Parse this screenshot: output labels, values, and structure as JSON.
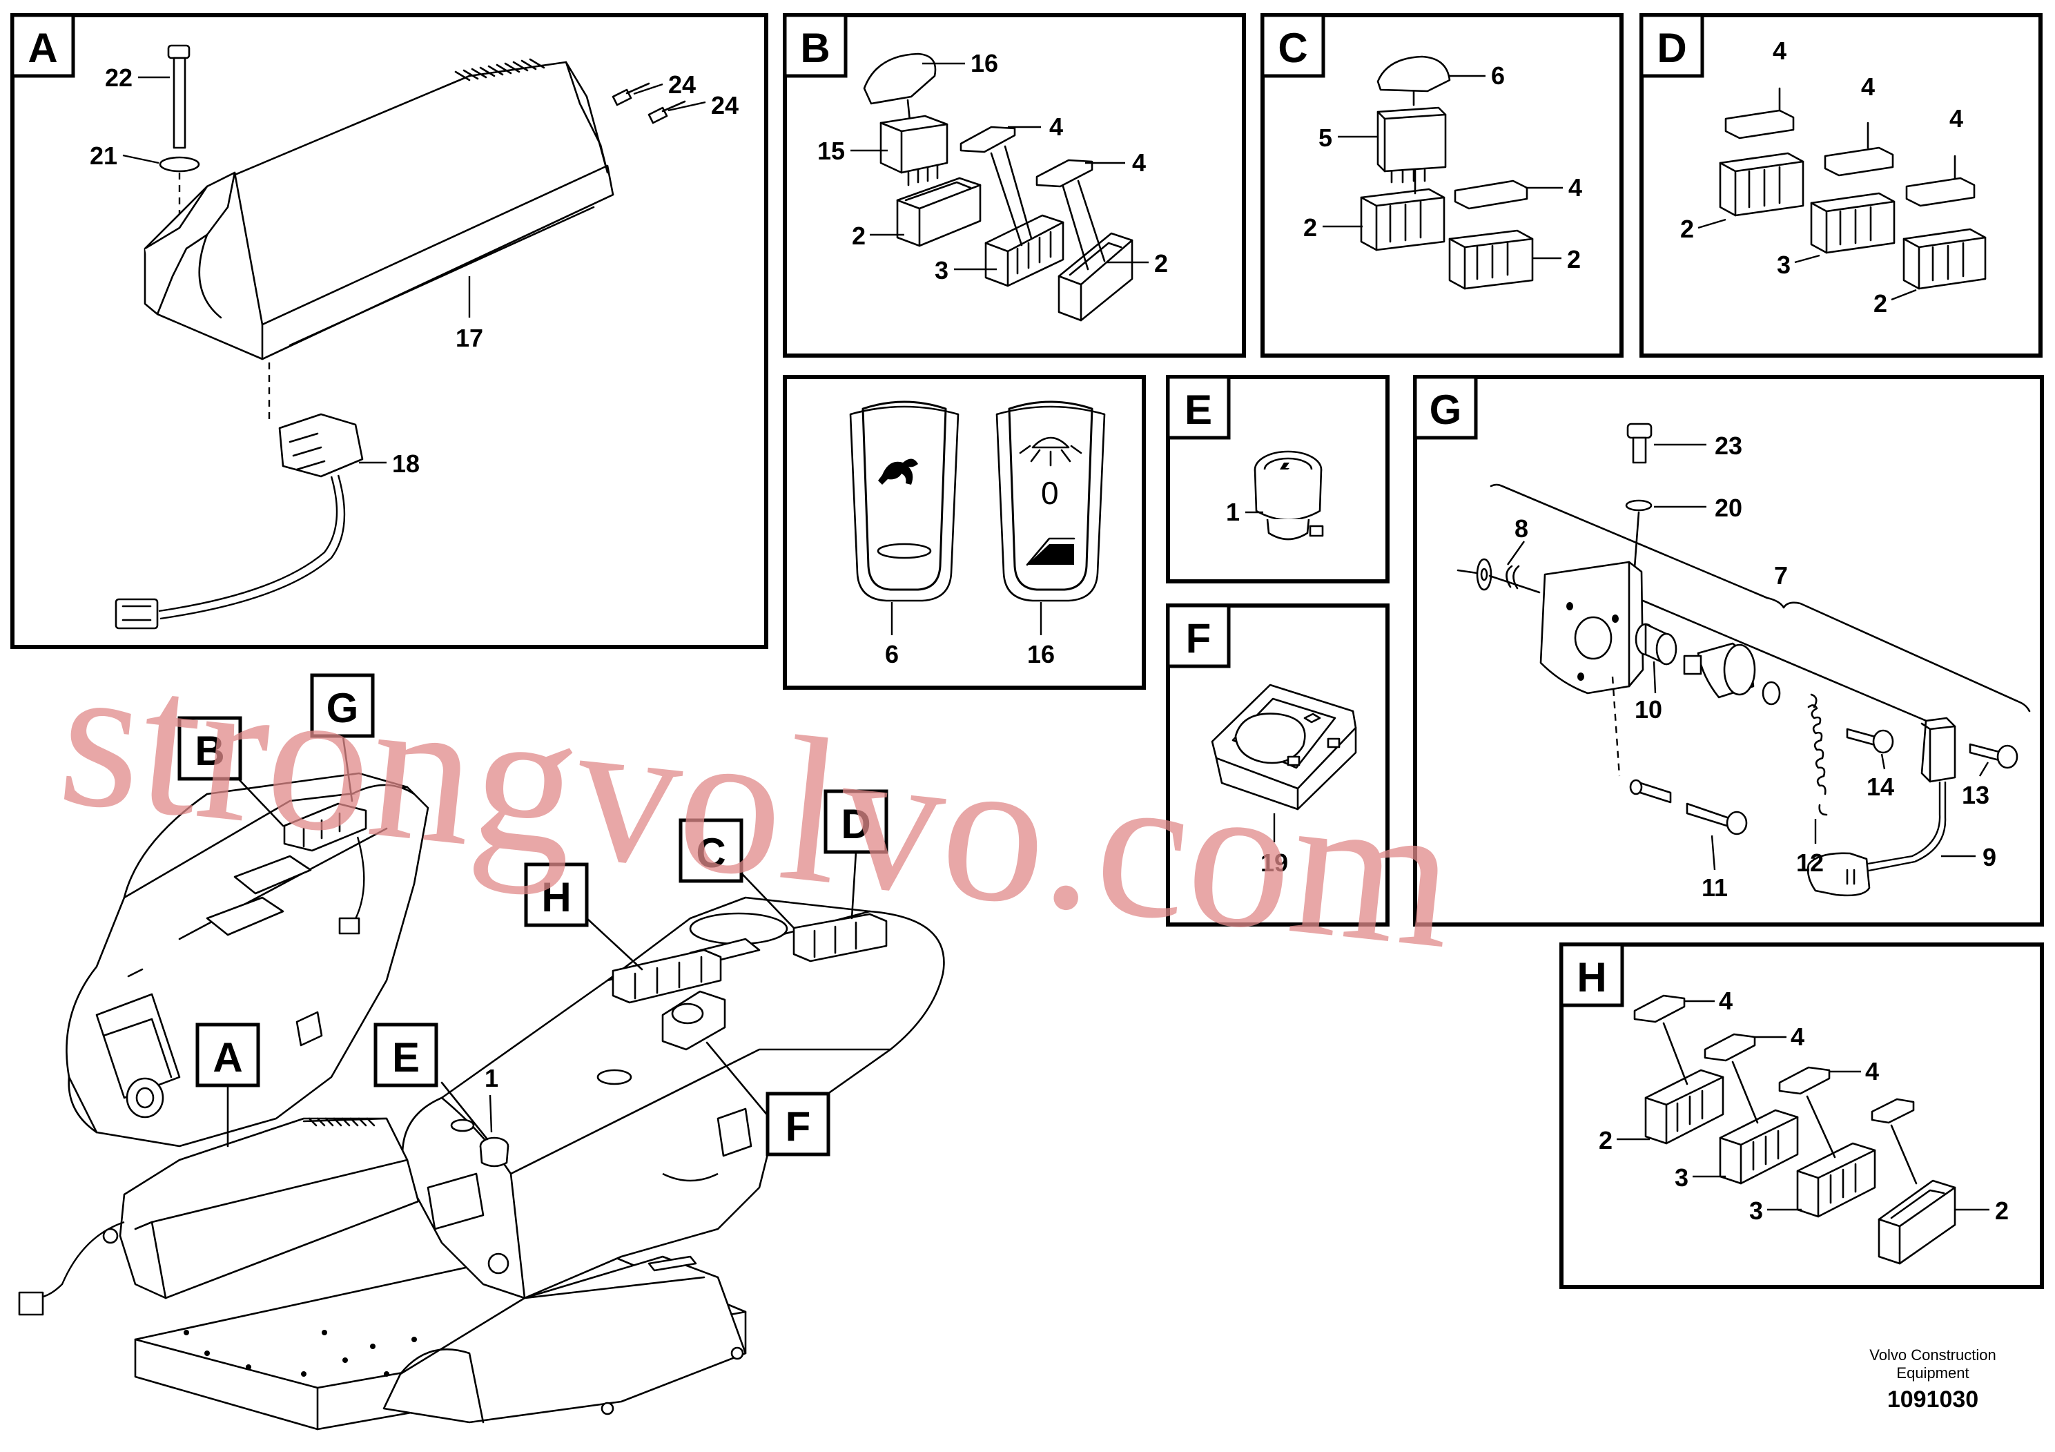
{
  "panels": {
    "A": {
      "letter": "A",
      "labels": {
        "l22": "22",
        "l21": "21",
        "l24a": "24",
        "l24b": "24",
        "l17": "17",
        "l18": "18"
      }
    },
    "B": {
      "letter": "B",
      "labels": {
        "l16": "16",
        "l15": "15",
        "l4a": "4",
        "l4b": "4",
        "l2a": "2",
        "l3": "3",
        "l2b": "2"
      }
    },
    "C": {
      "letter": "C",
      "labels": {
        "l6": "6",
        "l5": "5",
        "l4": "4",
        "l2a": "2",
        "l2b": "2"
      }
    },
    "D": {
      "letter": "D",
      "labels": {
        "l4a": "4",
        "l4b": "4",
        "l4c": "4",
        "l2a": "2",
        "l3": "3",
        "l2b": "2"
      }
    },
    "switches": {
      "labels": {
        "l6": "6",
        "l16": "16"
      },
      "symbol_digit": "0"
    },
    "E": {
      "letter": "E",
      "labels": {
        "l1": "1"
      }
    },
    "F": {
      "letter": "F",
      "labels": {
        "l19": "19"
      }
    },
    "G": {
      "letter": "G",
      "labels": {
        "l23": "23",
        "l20": "20",
        "l8": "8",
        "l7": "7",
        "l10": "10",
        "l14": "14",
        "l13": "13",
        "l12": "12",
        "l9": "9",
        "l11": "11"
      }
    },
    "H": {
      "letter": "H",
      "labels": {
        "l4a": "4",
        "l4b": "4",
        "l4c": "4",
        "l2a": "2",
        "l3a": "3",
        "l3b": "3",
        "l2b": "2"
      }
    }
  },
  "overview": {
    "callouts": {
      "B": "B",
      "G": "G",
      "H": "H",
      "C": "C",
      "D": "D",
      "A": "A",
      "E": "E",
      "F": "F"
    },
    "label_1": "1"
  },
  "watermark": "strongvolvo.com",
  "footer": {
    "line1": "Volvo Construction",
    "line2": "Equipment",
    "code": "1091030"
  }
}
